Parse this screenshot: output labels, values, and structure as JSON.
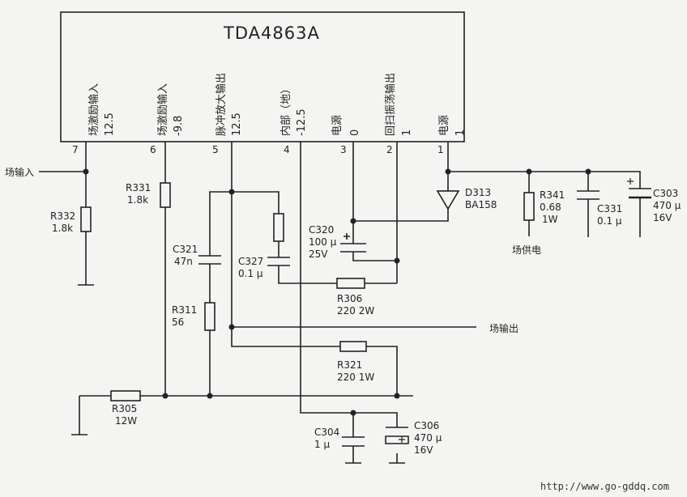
{
  "chip": {
    "name": "TDA4863A",
    "pins": [
      {
        "num": "7",
        "func": "场激励输入",
        "volt": "12.5"
      },
      {
        "num": "6",
        "func": "场激励输入",
        "volt": "-9.8"
      },
      {
        "num": "5",
        "func": "脉冲放大输出",
        "volt": "12.5"
      },
      {
        "num": "4",
        "func": "内部（地）",
        "volt": "-12.5"
      },
      {
        "num": "3",
        "func": "电源",
        "volt": "0"
      },
      {
        "num": "2",
        "func": "回扫振荡输出",
        "volt": "1"
      },
      {
        "num": "1",
        "func": "电源",
        "volt": "1"
      }
    ]
  },
  "signals": {
    "input": "场输入",
    "output": "场输出",
    "supply": "场供电"
  },
  "components": {
    "r332": {
      "ref": "R332",
      "value": "1.8k"
    },
    "r331": {
      "ref": "R331",
      "value": "1.8k"
    },
    "c321": {
      "ref": "C321",
      "value": "47n"
    },
    "r311": {
      "ref": "R311",
      "value": "56"
    },
    "r305": {
      "ref": "R305",
      "value": "12W"
    },
    "c327": {
      "ref": "C327",
      "value": "0.1 μ"
    },
    "c320": {
      "ref": "C320",
      "value1": "100 μ",
      "value2": "25V"
    },
    "r306": {
      "ref": "R306",
      "value": "220  2W"
    },
    "r321": {
      "ref": "R321",
      "value": "220  1W"
    },
    "c304": {
      "ref": "C304",
      "value": "1 μ"
    },
    "c306": {
      "ref": "C306",
      "value1": "470 μ",
      "value2": "16V"
    },
    "d313": {
      "ref": "D313",
      "value": "BA158"
    },
    "r341": {
      "ref": "R341",
      "value1": "0.68",
      "value2": "1W"
    },
    "c331": {
      "ref": "C331",
      "value": "0.1 μ"
    },
    "c303": {
      "ref": "C303",
      "value1": "470 μ",
      "value2": "16V"
    }
  },
  "footer": {
    "url": "http://www.go-gddq.com"
  }
}
